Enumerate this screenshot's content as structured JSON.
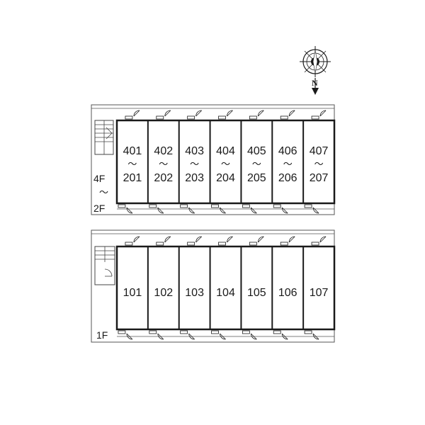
{
  "compass": {
    "label": "N",
    "icon": "compass-rose-icon"
  },
  "upper_block": {
    "floor_label_top": "4F",
    "floor_label_mid": "～",
    "floor_label_bottom": "2F",
    "units": [
      {
        "top": "401",
        "sep": "～",
        "bottom": "201"
      },
      {
        "top": "402",
        "sep": "～",
        "bottom": "202"
      },
      {
        "top": "403",
        "sep": "～",
        "bottom": "203"
      },
      {
        "top": "404",
        "sep": "～",
        "bottom": "204"
      },
      {
        "top": "405",
        "sep": "～",
        "bottom": "205"
      },
      {
        "top": "406",
        "sep": "～",
        "bottom": "206"
      },
      {
        "top": "407",
        "sep": "～",
        "bottom": "207"
      }
    ]
  },
  "lower_block": {
    "floor_label": "1F",
    "units": [
      "101",
      "102",
      "103",
      "104",
      "105",
      "106",
      "107"
    ]
  },
  "colors": {
    "line": "#1a1a1a",
    "thin_line": "#555555",
    "stair": "#444444"
  }
}
